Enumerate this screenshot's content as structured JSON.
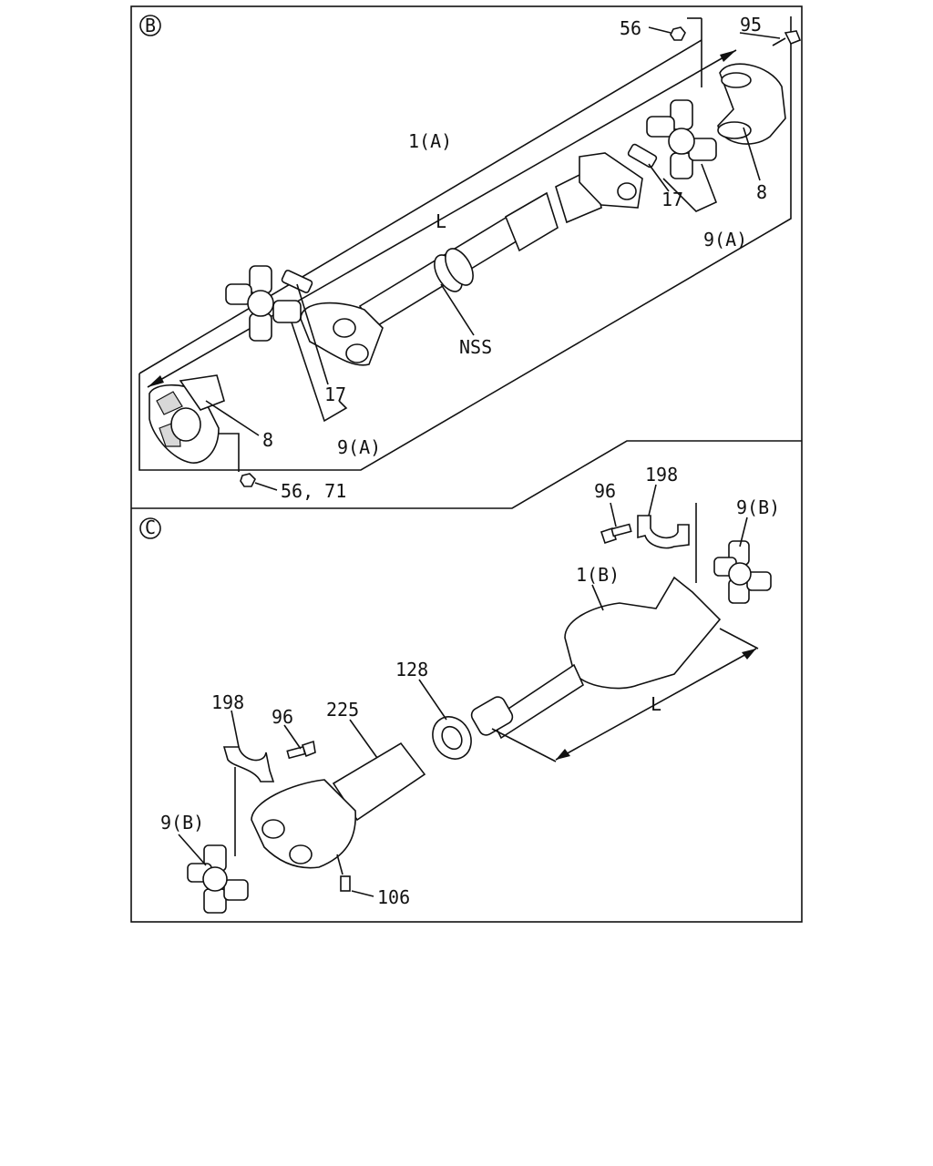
{
  "sections": {
    "b": {
      "marker": "B"
    },
    "c": {
      "marker": "C"
    }
  },
  "labels": {
    "b_56": "56",
    "b_95": "95",
    "b_1a": "1(A)",
    "b_L": "L",
    "b_17_top": "17",
    "b_8_top": "8",
    "b_9a_top": "9(A)",
    "b_nss": "NSS",
    "b_17_bottom": "17",
    "b_8_bottom": "8",
    "b_9a_bottom": "9(A)",
    "b_56_71": "56, 71",
    "c_96_top": "96",
    "c_198_top": "198",
    "c_9b_top": "9(B)",
    "c_1b": "1(B)",
    "c_128": "128",
    "c_198_left": "198",
    "c_96_left": "96",
    "c_225": "225",
    "c_L": "L",
    "c_9b_left": "9(B)",
    "c_106": "106"
  }
}
